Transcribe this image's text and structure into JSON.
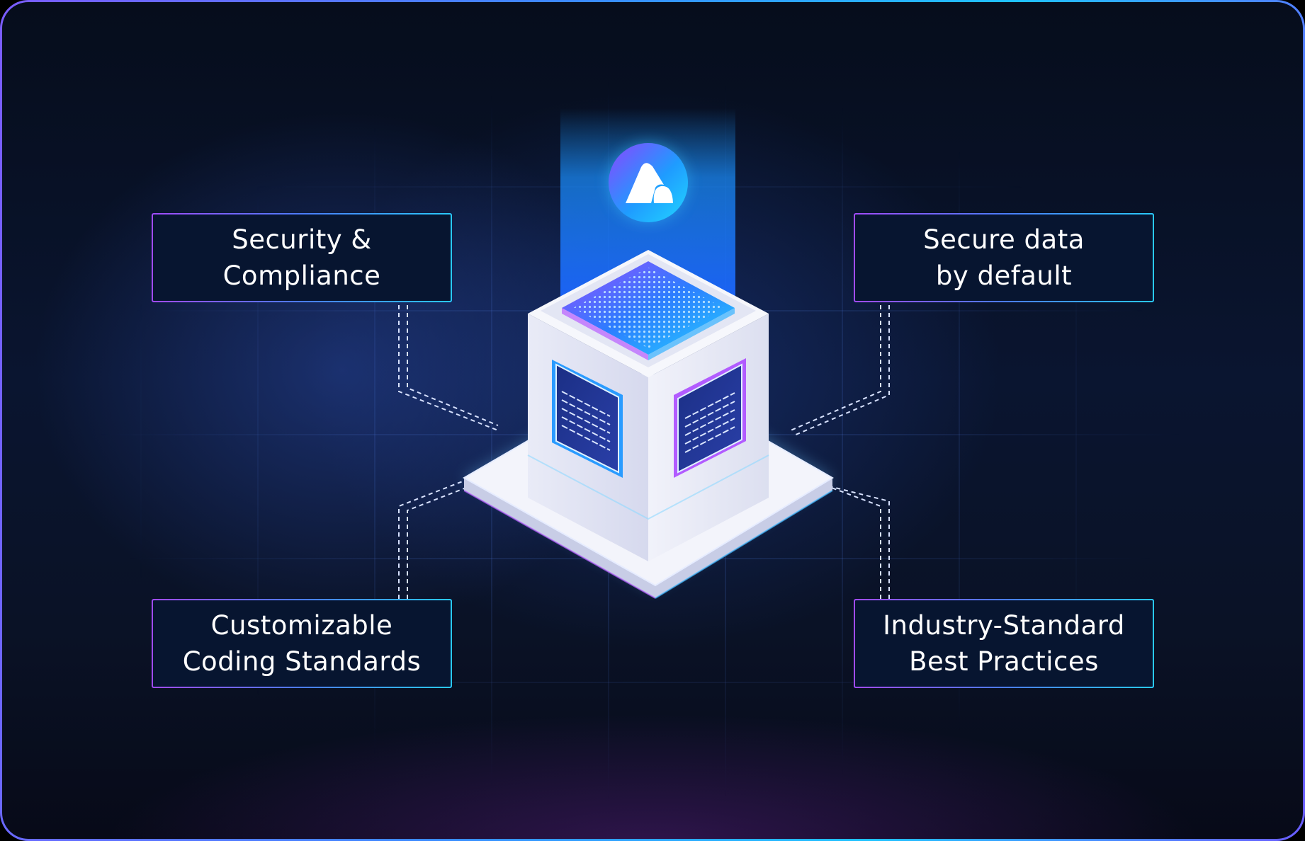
{
  "features": {
    "top_left": {
      "line1": "Security &",
      "line2": "Compliance"
    },
    "top_right": {
      "line1": "Secure data",
      "line2": "by default"
    },
    "bottom_left": {
      "line1": "Customizable",
      "line2": "Coding Standards"
    },
    "bottom_right": {
      "line1": "Industry-Standard",
      "line2": "Best Practices"
    }
  },
  "logo": {
    "icon": "brand-logo-icon"
  },
  "colors": {
    "accent_purple": "#a14bff",
    "accent_cyan": "#29c9ff",
    "box_fill": "#071530",
    "background": "#0a1530"
  }
}
